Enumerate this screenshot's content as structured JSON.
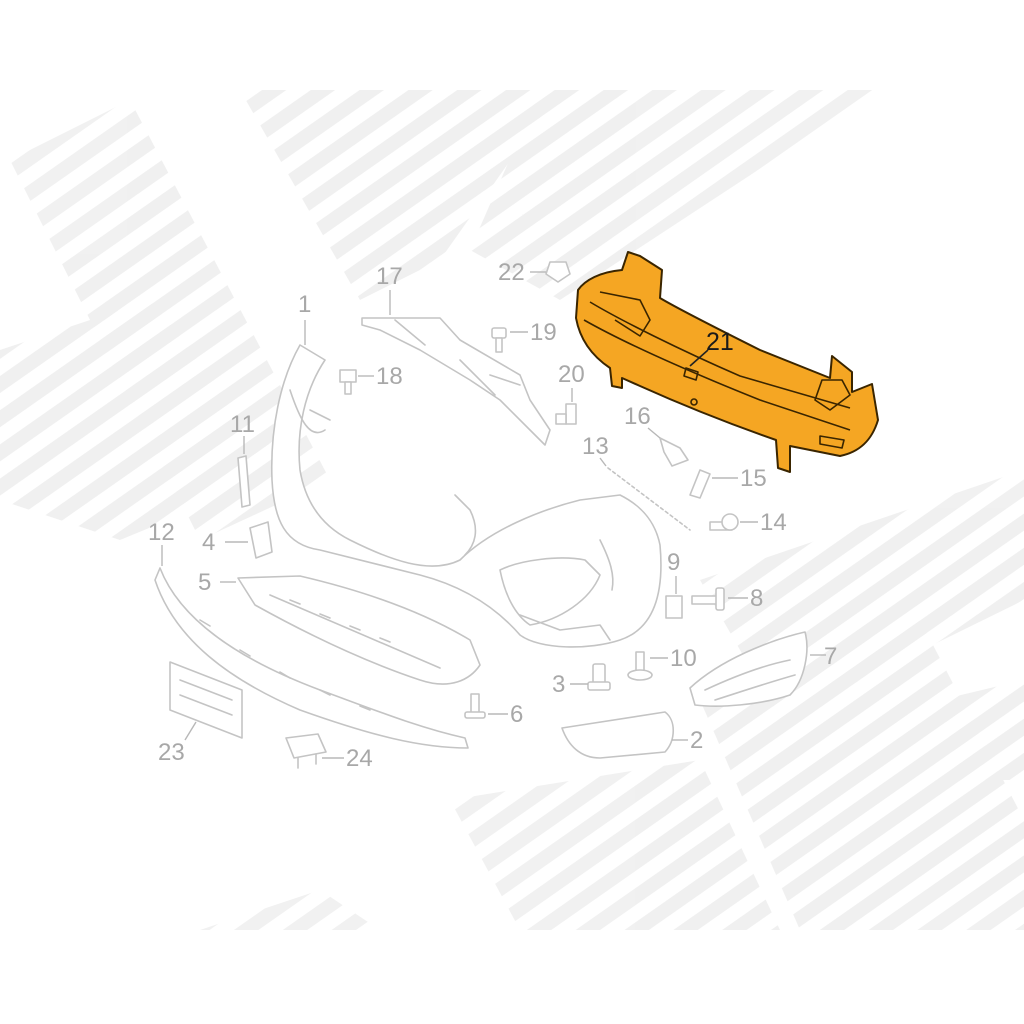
{
  "callouts": {
    "c1": "1",
    "c2": "2",
    "c3": "3",
    "c4": "4",
    "c5": "5",
    "c6": "6",
    "c7": "7",
    "c8": "8",
    "c9": "9",
    "c10": "10",
    "c11": "11",
    "c12": "12",
    "c13": "13",
    "c14": "14",
    "c15": "15",
    "c16": "16",
    "c17": "17",
    "c18": "18",
    "c19": "19",
    "c20": "20",
    "c21": "21",
    "c22": "22",
    "c23": "23",
    "c24": "24"
  },
  "highlighted_part": "21",
  "colors": {
    "highlight_fill": "#f5a623",
    "highlight_outline": "#3a2500",
    "line_art": "#c4c4c4",
    "watermark_stripes": "#eeeeee"
  }
}
